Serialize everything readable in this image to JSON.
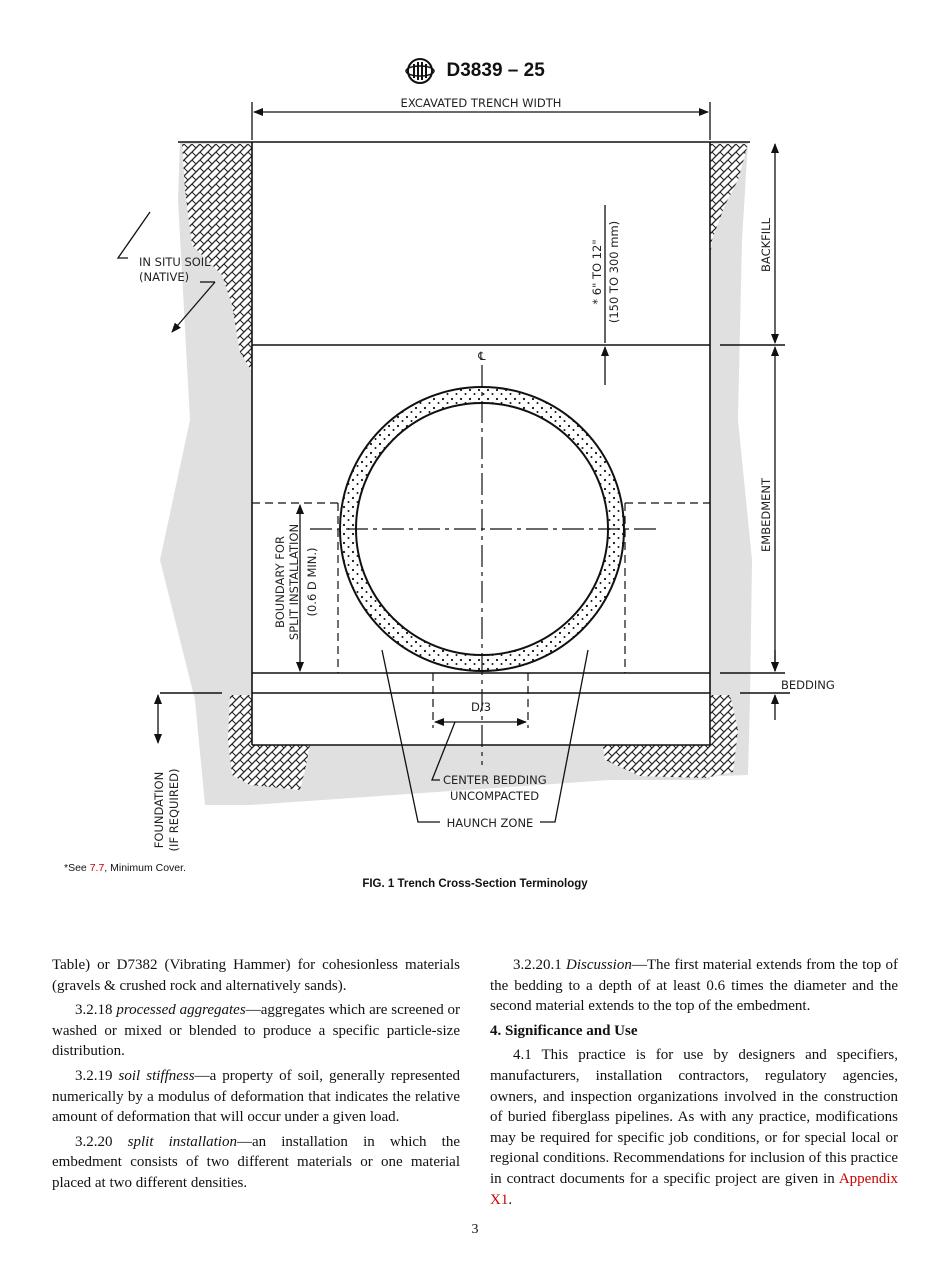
{
  "header": {
    "logo_text": "ASTM",
    "designation": "D3839 – 25"
  },
  "figure": {
    "labels": {
      "trench_width": "EXCAVATED TRENCH WIDTH",
      "in_situ_1": "IN SITU SOIL",
      "in_situ_2": "(NATIVE)",
      "cover_1": "* 6\" TO 12\"",
      "cover_2": "(150 TO 300 mm)",
      "backfill": "BACKFILL",
      "centerline": "℄",
      "embedment": "EMBEDMENT",
      "boundary_1": "BOUNDARY FOR",
      "boundary_2": "SPLIT INSTALLATION",
      "boundary_3": "(0.6 D MIN.)",
      "bedding": "BEDDING",
      "d3": "D/3",
      "center_bedding_1": "CENTER BEDDING",
      "center_bedding_2": "UNCOMPACTED",
      "haunch": "HAUNCH ZONE",
      "foundation_1": "FOUNDATION",
      "foundation_2": "(IF REQUIRED)"
    },
    "footnote": {
      "prefix": "*See ",
      "link": "7.7",
      "suffix": ", Minimum Cover."
    },
    "caption": "FIG. 1  Trench Cross-Section Terminology"
  },
  "left_column": {
    "p0": "Table) or D7382 (Vibrating Hammer) for cohesionless materials (gravels & crushed rock and alternatively sands).",
    "p1_num": "3.2.18 ",
    "p1_term": "processed aggregates",
    "p1_text": "—aggregates which are screened or washed or mixed or blended to produce a specific particle-size distribution.",
    "p2_num": "3.2.19 ",
    "p2_term": "soil stiffness",
    "p2_text": "—a property of soil, generally represented numerically by a modulus of deformation that indicates the relative amount of deformation that will occur under a given load.",
    "p3_num": "3.2.20 ",
    "p3_term": "split installation",
    "p3_text": "—an installation in which the embedment consists of two different materials or one material placed at two different densities."
  },
  "right_column": {
    "p1_num": "3.2.20.1 ",
    "p1_term": "Discussion",
    "p1_text": "—The first material extends from the top of the bedding to a depth of at least 0.6 times the diameter and the second material extends to the top of the embedment.",
    "heading": "4. Significance and Use",
    "p2_text": "4.1 This practice is for use by designers and specifiers, manufacturers, installation contractors, regulatory agencies, owners, and inspection organizations involved in the construction of buried fiberglass pipelines. As with any practice, modifications may be required for specific job conditions, or for special local or regional conditions. Recommendations for inclusion of this practice in contract documents for a specific project are given in ",
    "p2_link": "Appendix X1",
    "p2_end": "."
  },
  "page_number": "3",
  "colors": {
    "link": "#cc0000",
    "soil_gray": "#e0e0e0"
  }
}
